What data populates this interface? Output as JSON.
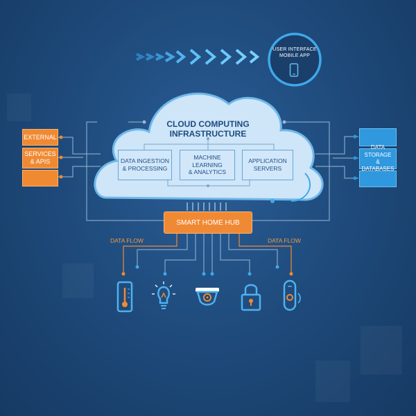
{
  "ui_panel": {
    "line1": "USER INTERFACE",
    "line2": "MOBILE APP",
    "icon": "phone-icon"
  },
  "cloud": {
    "title_line1": "CLOUD COMPUTING",
    "title_line2": "INFRASTRUCTURE",
    "services": [
      {
        "line1": "DATA INGESTION",
        "line2": "& PROCESSING"
      },
      {
        "line1": "MACHINE",
        "line2": "LEARNING",
        "line3": "& ANALYTICS"
      },
      {
        "line1": "APPLICATION",
        "line2": "SERVERS"
      }
    ]
  },
  "left_panel": {
    "box1": "EXTERNAL",
    "box2_line1": "SERVICES",
    "box2_line2": "& APIS",
    "box3": ""
  },
  "right_panel": {
    "box1": "",
    "box2_line1": "DATA STORAGE",
    "box2_line2": "& DATABASES",
    "box3": ""
  },
  "hub": {
    "label": "SMART HOME HUB"
  },
  "data_flow": {
    "left": "DATA FLOW",
    "right": "DATA FLOW"
  },
  "devices": [
    {
      "icon": "thermometer-icon"
    },
    {
      "icon": "lightbulb-icon"
    },
    {
      "icon": "security-camera-icon"
    },
    {
      "icon": "lock-icon"
    },
    {
      "icon": "smart-speaker-icon"
    }
  ],
  "colors": {
    "background": "#1d4878",
    "accent_orange": "#f08934",
    "accent_blue": "#2f98de",
    "cloud": "#d6eafa",
    "line": "#a9c4e0"
  }
}
